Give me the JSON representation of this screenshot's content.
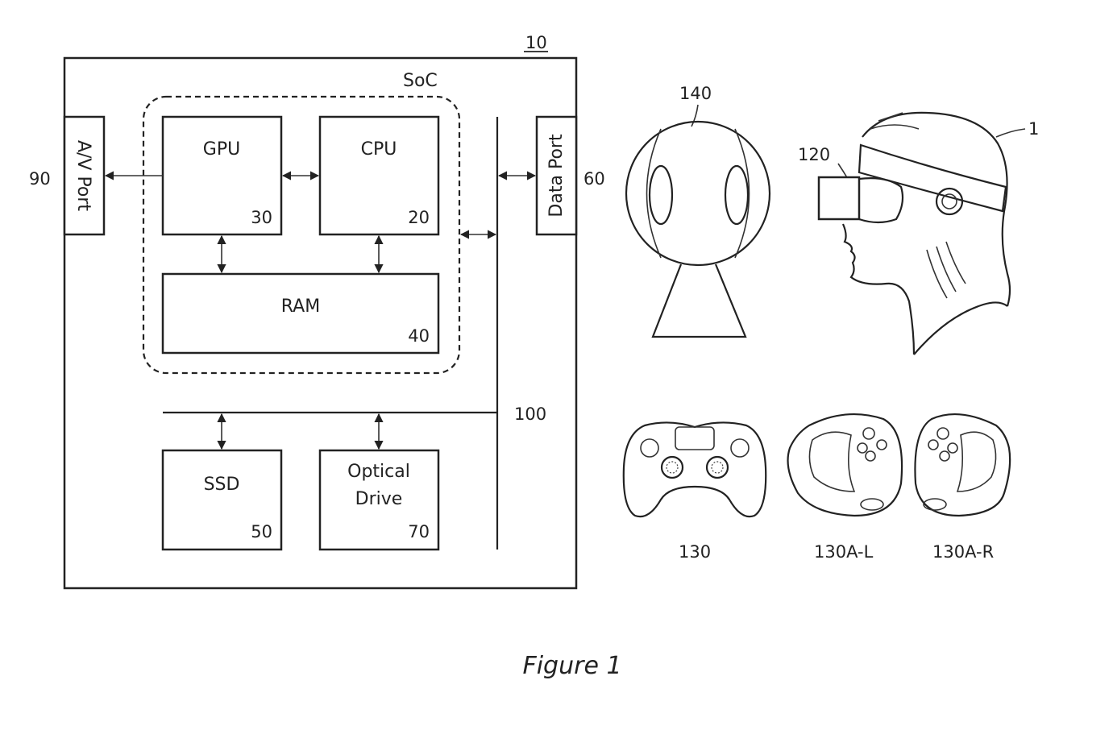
{
  "system": {
    "ref": "10",
    "soc_label": "SoC"
  },
  "blocks": {
    "gpu": {
      "label": "GPU",
      "ref": "30"
    },
    "cpu": {
      "label": "CPU",
      "ref": "20"
    },
    "ram": {
      "label": "RAM",
      "ref": "40"
    },
    "ssd": {
      "label": "SSD",
      "ref": "50"
    },
    "optical": {
      "label_line1": "Optical",
      "label_line2": "Drive",
      "ref": "70"
    },
    "av_port": {
      "label": "A/V Port",
      "ref": "90"
    },
    "data_port": {
      "label": "Data Port",
      "ref": "60"
    },
    "bus": {
      "ref": "100"
    }
  },
  "peripherals": {
    "camera": {
      "ref": "140"
    },
    "hmd": {
      "ref": "120"
    },
    "user": {
      "ref": "1"
    },
    "controller": {
      "ref": "130"
    },
    "controller_left": {
      "ref": "130A-L"
    },
    "controller_right": {
      "ref": "130A-R"
    }
  },
  "caption": "Figure 1"
}
